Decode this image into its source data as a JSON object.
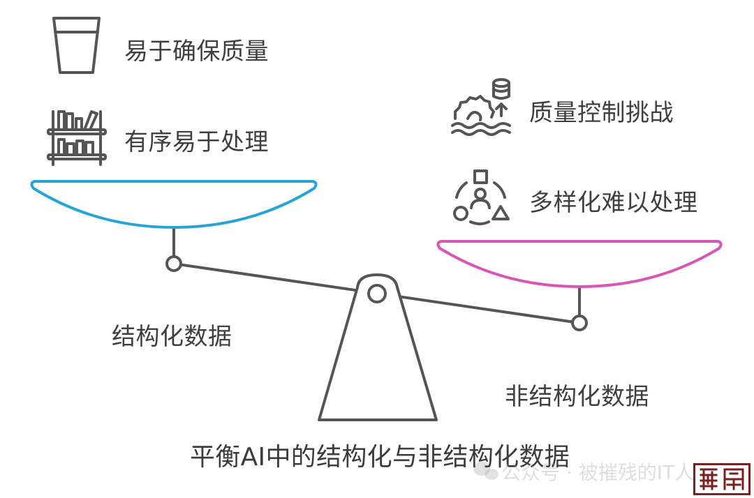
{
  "title": "平衡AI中的结构化与非结构化数据",
  "left_pan": {
    "label": "结构化数据",
    "color": "#27a4d6",
    "features": [
      {
        "text": "易于确保质量",
        "icon": "glass-icon"
      },
      {
        "text": "有序易于处理",
        "icon": "bookshelf-icon"
      }
    ]
  },
  "right_pan": {
    "label": "非结构化数据",
    "color": "#d658b4",
    "features": [
      {
        "text": "质量控制挑战",
        "icon": "gear-database-icon"
      },
      {
        "text": "多样化难以处理",
        "icon": "diverse-shapes-icon"
      }
    ]
  },
  "watermark": {
    "text": "公众号 · 被摧残的IT人生"
  }
}
